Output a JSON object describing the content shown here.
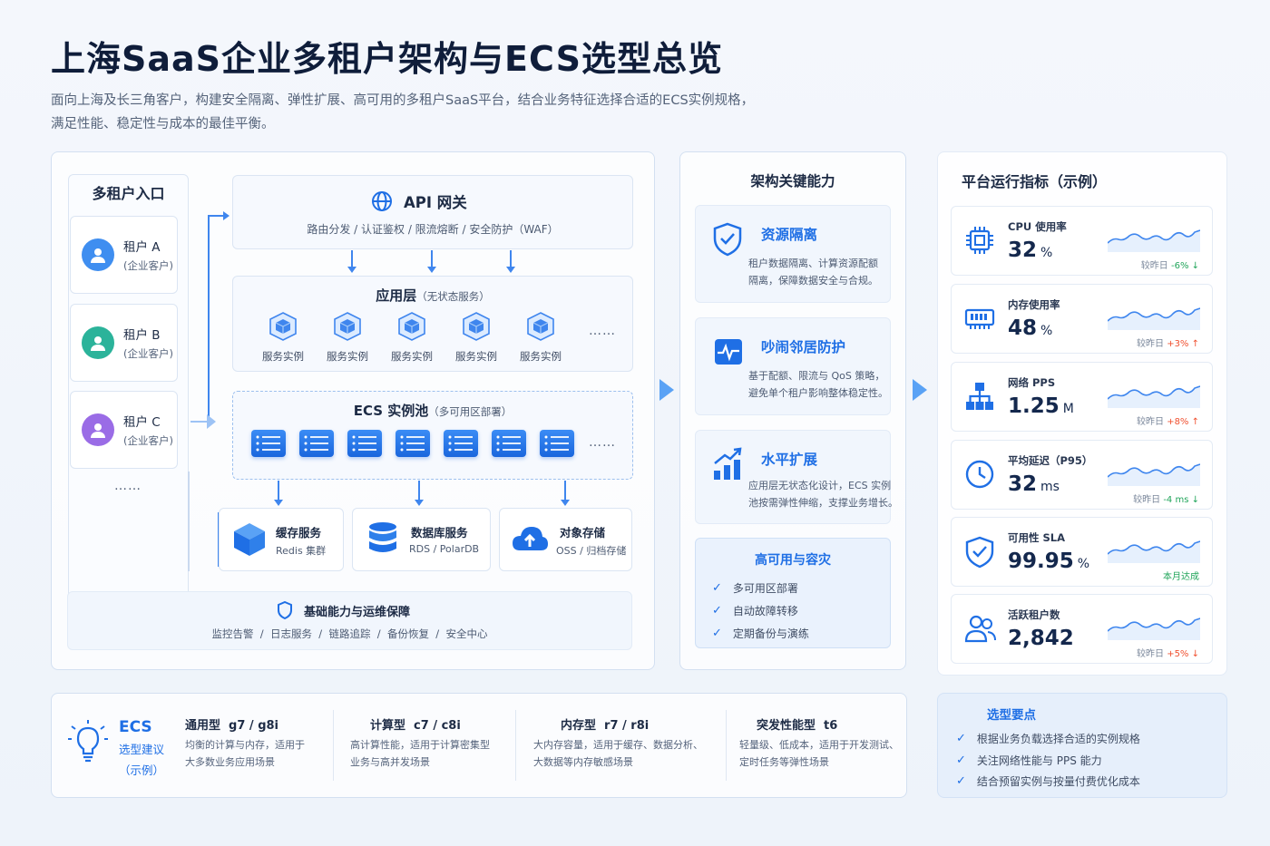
{
  "header": {
    "title": "上海SaaS企业多租户架构与ECS选型总览",
    "subtitle_line1": "面向上海及长三角客户，构建安全隔离、弹性扩展、高可用的多租户SaaS平台，结合业务特征选择合适的ECS实例规格，",
    "subtitle_line2": "满足性能、稳定性与成本的最佳平衡。"
  },
  "tenants": {
    "title": "多租户入口",
    "items": [
      {
        "name": "租户 A",
        "sub": "(企业客户)",
        "color": "#3f8ef0"
      },
      {
        "name": "租户 B",
        "sub": "(企业客户)",
        "color": "#2bb39a"
      },
      {
        "name": "租户 C",
        "sub": "(企业客户)",
        "color": "#9a6ce6"
      }
    ],
    "more": "……"
  },
  "gateway": {
    "title": "API 网关",
    "desc": "路由分发 / 认证鉴权 / 限流熔断 / 安全防护（WAF）"
  },
  "app_layer": {
    "title": "应用层",
    "title_sub": "（无状态服务）",
    "instances": [
      "服务实例",
      "服务实例",
      "服务实例",
      "服务实例",
      "服务实例"
    ],
    "more": "……"
  },
  "ecs_pool": {
    "title": "ECS 实例池",
    "title_sub": "（多可用区部署）",
    "more": "……"
  },
  "storage": [
    {
      "title": "缓存服务",
      "sub": "Redis 集群"
    },
    {
      "title": "数据库服务",
      "sub": "RDS / PolarDB"
    },
    {
      "title": "对象存储",
      "sub": "OSS / 归档存储"
    }
  ],
  "ops": {
    "title": "基础能力与运维保障",
    "items": "监控告警  /  日志服务  /  链路追踪  /  备份恢复  /  安全中心"
  },
  "capabilities": {
    "title": "架构关键能力",
    "items": [
      {
        "title": "资源隔离",
        "desc1": "租户数据隔离、计算资源配额",
        "desc2": "隔离，保障数据安全与合规。"
      },
      {
        "title": "吵闹邻居防护",
        "desc1": "基于配额、限流与 QoS 策略，",
        "desc2": "避免单个租户影响整体稳定性。"
      },
      {
        "title": "水平扩展",
        "desc1": "应用层无状态化设计，ECS 实例",
        "desc2": "池按需弹性伸缩，支撑业务增长。"
      }
    ],
    "ha": {
      "title": "高可用与容灾",
      "items": [
        "多可用区部署",
        "自动故障转移",
        "定期备份与演练"
      ]
    }
  },
  "metrics": {
    "title": "平台运行指标（示例）",
    "items": [
      {
        "label": "CPU 使用率",
        "value": "32",
        "unit": "%",
        "cmp_label": "较昨日 ",
        "cmp": "-6% ↓",
        "trend": "down"
      },
      {
        "label": "内存使用率",
        "value": "48",
        "unit": "%",
        "cmp_label": "较昨日 ",
        "cmp": "+3% ↑",
        "trend": "up"
      },
      {
        "label": "网络 PPS",
        "value": "1.25",
        "unit": "M",
        "cmp_label": "较昨日 ",
        "cmp": "+8% ↑",
        "trend": "up"
      },
      {
        "label": "平均延迟（P95）",
        "value": "32",
        "unit": "ms",
        "cmp_label": "较昨日 ",
        "cmp": "-4 ms ↓",
        "trend": "down"
      },
      {
        "label": "可用性 SLA",
        "value": "99.95",
        "unit": "%",
        "cmp_label": "",
        "cmp": "本月达成",
        "trend": "down"
      },
      {
        "label": "活跃租户数",
        "value": "2,842",
        "unit": "",
        "cmp_label": "较昨日 ",
        "cmp": "+5% ↓",
        "trend": "up"
      }
    ]
  },
  "ecs_suggestion": {
    "title1": "ECS",
    "title2": "选型建议",
    "title3": "（示例）",
    "items": [
      {
        "title": "通用型  g7 / g8i",
        "desc1": "均衡的计算与内存，适用于",
        "desc2": "大多数业务应用场景"
      },
      {
        "title": "计算型  c7 / c8i",
        "desc1": "高计算性能，适用于计算密集型",
        "desc2": "业务与高并发场景"
      },
      {
        "title": "内存型  r7 / r8i",
        "desc1": "大内存容量，适用于缓存、数据分析、",
        "desc2": "大数据等内存敏感场景"
      },
      {
        "title": "突发性能型  t6",
        "desc1": "轻量级、低成本，适用于开发测试、",
        "desc2": "定时任务等弹性场景"
      }
    ]
  },
  "key_points": {
    "title": "选型要点",
    "items": [
      "根据业务负载选择合适的实例规格",
      "关注网络性能与 PPS 能力",
      "结合预留实例与按量付费优化成本"
    ]
  }
}
